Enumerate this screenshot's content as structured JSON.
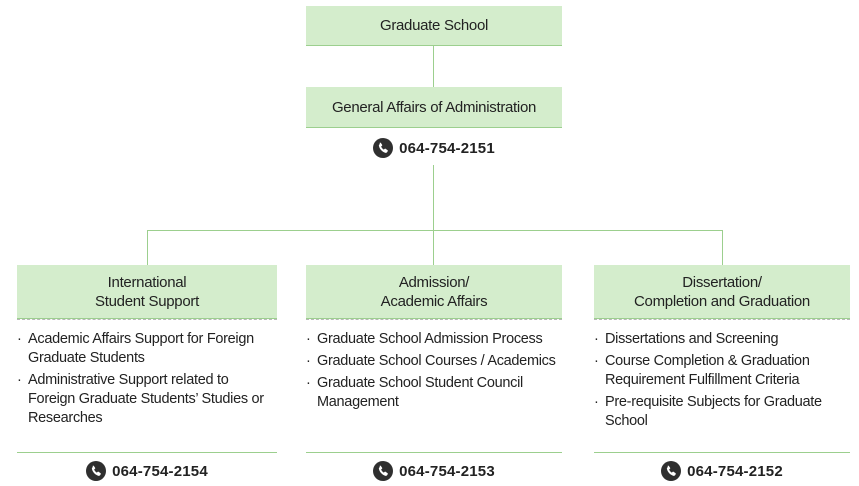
{
  "top": {
    "title": "Graduate School"
  },
  "admin": {
    "title": "General Affairs of Administration",
    "phone": "064-754-2151"
  },
  "departments": [
    {
      "title_line1": "International",
      "title_line2": "Student Support",
      "items": [
        "Academic Affairs Support for Foreign Graduate Students",
        "Administrative Support related to Foreign Graduate Students’ Studies or Researches"
      ],
      "phone": "064-754-2154"
    },
    {
      "title_line1": "Admission/",
      "title_line2": "Academic Affairs",
      "items": [
        "Graduate School Admission Process",
        "Graduate School Courses / Academics",
        "Graduate School Student Council Management"
      ],
      "phone": "064-754-2153"
    },
    {
      "title_line1": "Dissertation/",
      "title_line2": "Completion and Graduation",
      "items": [
        "Dissertations and Screening",
        "Course Completion & Graduation Requirement Fulfillment Criteria",
        "Pre-requisite Subjects for Graduate School"
      ],
      "phone": "064-754-2152"
    }
  ],
  "colors": {
    "box_fill": "#d4edcc",
    "connector": "#9ccf8e",
    "icon": "#2f2f2f"
  },
  "icons": {
    "phone": "phone-icon"
  }
}
